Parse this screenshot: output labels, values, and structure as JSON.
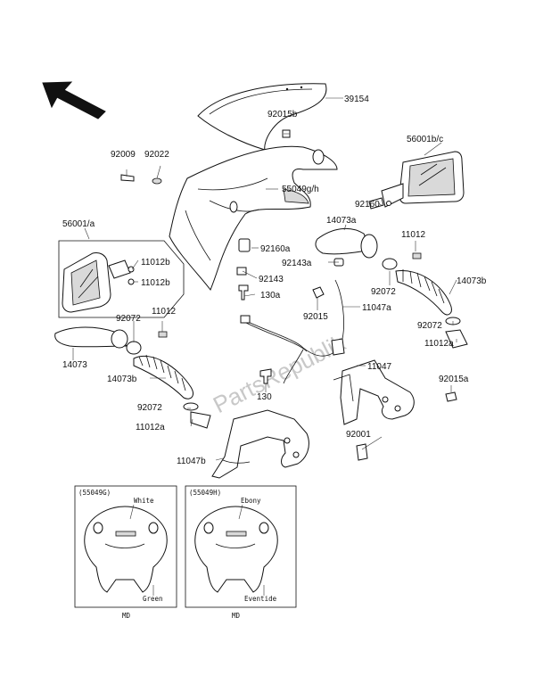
{
  "watermark": "PartsRepublik",
  "parts": {
    "p39154": "39154",
    "p92015b": "92015b",
    "p56001bc": "56001b/c",
    "p92009": "92009",
    "p92022": "92022",
    "p55049gh": "55049g/h",
    "p92160": "92160",
    "p14073a": "14073a",
    "p11012_r": "11012",
    "p56001a": "56001/a",
    "p11012b_1": "11012b",
    "p11012b_2": "11012b",
    "p92160a": "92160a",
    "p92143a": "92143a",
    "p14073b_r": "14073b",
    "p92143": "92143",
    "p92072_r1": "92072",
    "p130a": "130a",
    "p92015": "92015",
    "p11047a": "11047a",
    "p92072_l1": "92072",
    "p11012_l": "11012",
    "p92072_r2": "92072",
    "p11012a_r": "11012a",
    "p14073": "14073",
    "p11047": "11047",
    "p14073b_l": "14073b",
    "p130": "130",
    "p92015a": "92015a",
    "p92072_l2": "92072",
    "p11012a_l": "11012a",
    "p92001": "92001",
    "p11047b": "11047b"
  },
  "variants": [
    {
      "code": "(55049G)",
      "top_color": "White",
      "bottom_color": "Green",
      "footnote": "MD"
    },
    {
      "code": "(55049H)",
      "top_color": "Ebony",
      "bottom_color": "Eventide",
      "footnote": "MD"
    }
  ]
}
